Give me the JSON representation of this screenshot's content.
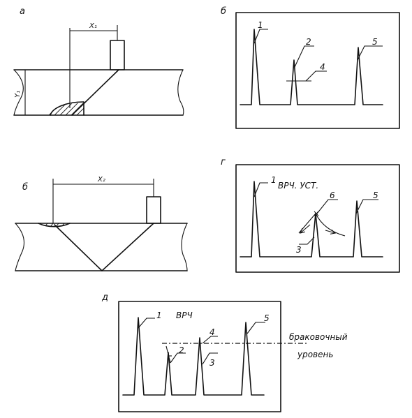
{
  "panels": {
    "a": {
      "letter": "а",
      "dim_x": "X₁",
      "dim_y": "Y₁"
    },
    "b": {
      "letter": "б",
      "labels": [
        "1",
        "2",
        "4",
        "5"
      ]
    },
    "v": {
      "letter": "б",
      "dim_x": "X₂"
    },
    "g": {
      "letter": "г",
      "caption": "ВРЧ. УСТ.",
      "labels": [
        "1",
        "6",
        "5",
        "3"
      ]
    },
    "d": {
      "letter": "д",
      "caption": "ВРЧ",
      "labels": [
        "1",
        "2",
        "3",
        "4",
        "5"
      ],
      "level_line1": "браковочный",
      "level_line2": "уровень"
    }
  }
}
